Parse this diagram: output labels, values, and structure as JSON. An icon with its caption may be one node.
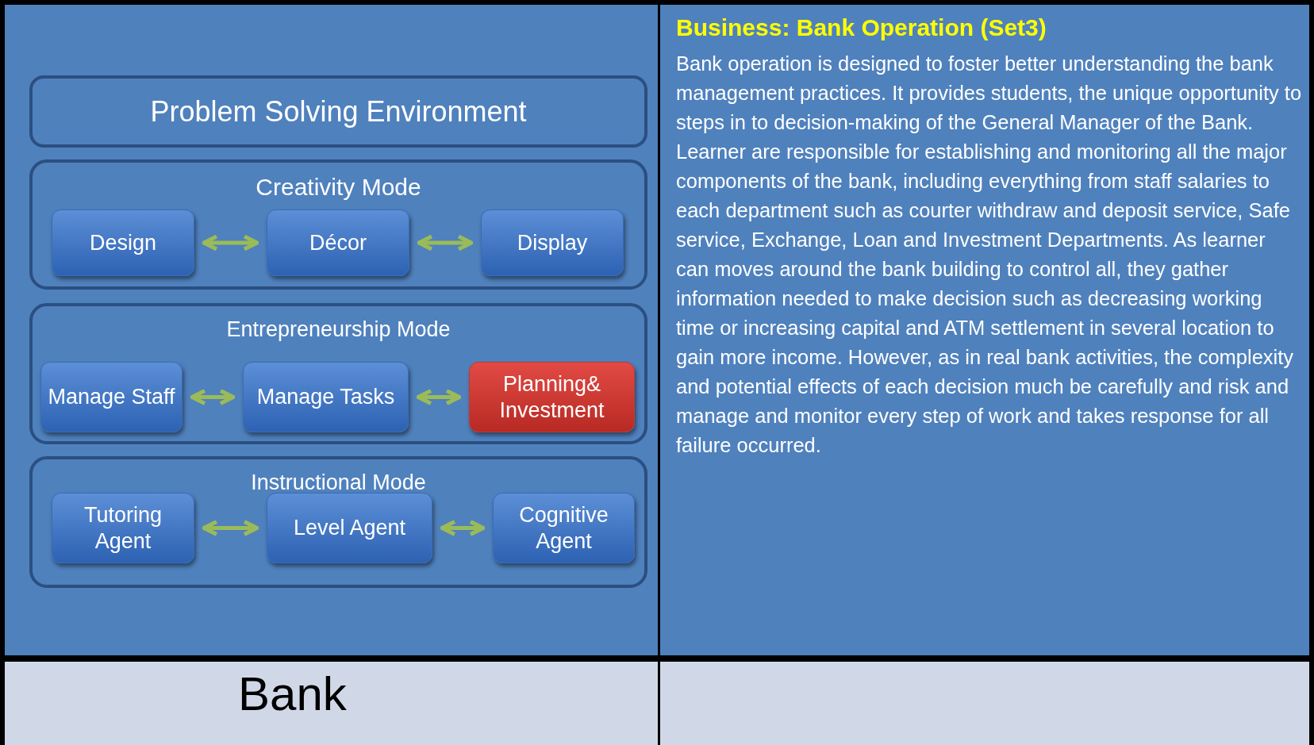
{
  "diagram": {
    "nodes": [
      {
        "text": [
          "Problem Solving Environment"
        ]
      },
      {
        "text": [
          "Creativity Mode"
        ]
      },
      {
        "text": [
          "Design"
        ],
        "in": 1
      },
      {
        "text": [
          "Décor"
        ],
        "in": 1
      },
      {
        "text": [
          "Display"
        ],
        "in": 1
      },
      {
        "text": [
          "Entrepreneurship Mode"
        ]
      },
      {
        "text": [
          "Manage Staff"
        ],
        "in": 5
      },
      {
        "text": [
          "Manage Tasks"
        ],
        "in": 5
      },
      {
        "text": [
          "Planning& Investment"
        ],
        "in": 5
      },
      {
        "text": [
          "Instructional Mode"
        ]
      },
      {
        "text": [
          "Tutoring Agent"
        ],
        "in": 9
      },
      {
        "text": [
          "Level Agent"
        ],
        "in": 9
      },
      {
        "text": [
          "Cognitive Agent"
        ],
        "in": 9
      }
    ],
    "edges": [
      {
        "from": 2,
        "to": 3,
        "arrow": "both"
      },
      {
        "from": 3,
        "to": 4,
        "arrow": "both"
      },
      {
        "from": 6,
        "to": 7,
        "arrow": "both"
      },
      {
        "from": 7,
        "to": 8,
        "arrow": "both"
      },
      {
        "from": 10,
        "to": 11,
        "arrow": "both"
      },
      {
        "from": 11,
        "to": 12,
        "arrow": "both"
      }
    ],
    "labels": [
      "Business: Bank Operation (Set3)",
      "Bank operation is designed to foster better understanding the bank management practices. It provides students, the unique opportunity to steps in to decision-making of the General Manager of the Bank. Learner are responsible for establishing and monitoring all the major components of the bank, including everything from staff salaries to each department such as courter withdraw and deposit service, Safe service, Exchange, Loan and Investment Departments. As learner can moves around the bank building to control all, they gather information needed to make decision such as decreasing working time or increasing capital and ATM settlement in several location to gain more income. However, as in real bank activities, the complexity and potential effects of each decision much be carefully and risk and manage and monitor every step of work and takes response for all failure occurred.",
      "Bank"
    ]
  }
}
